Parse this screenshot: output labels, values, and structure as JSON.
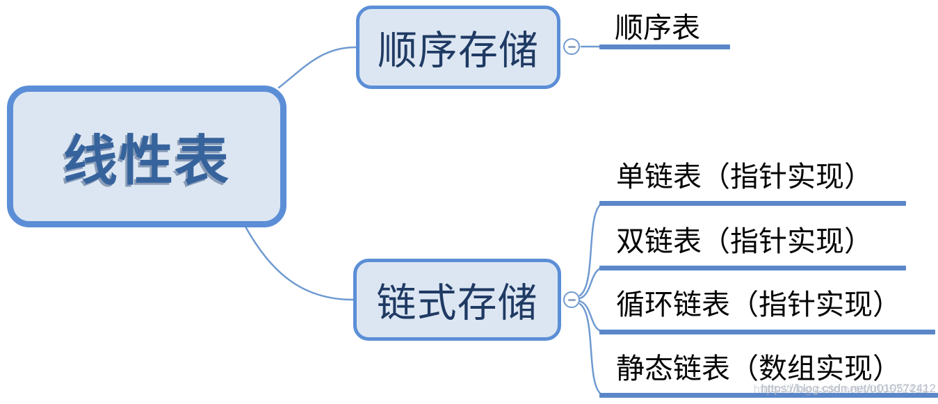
{
  "root": {
    "label": "线性表"
  },
  "branches": [
    {
      "label": "顺序存储",
      "toggle_state": "collapsed-minus",
      "children": [
        {
          "label": "顺序表"
        }
      ]
    },
    {
      "label": "链式存储",
      "toggle_state": "collapsed-minus",
      "children": [
        {
          "label": "单链表（指针实现）"
        },
        {
          "label": "双链表（指针实现）"
        },
        {
          "label": "循环链表（指针实现）"
        },
        {
          "label": "静态链表（数组实现）"
        }
      ]
    }
  ],
  "watermark": {
    "text": "https://blog.csdn.net/u010572412"
  },
  "colors": {
    "node_fill": "#dce6f2",
    "node_border": "#5b8ed6",
    "root_text": "#36639c",
    "branch_text": "#1f3a63",
    "leaf_text": "#050505",
    "line": "#6f9ad0",
    "underline": "#5b87c8",
    "watermark": "#b6bcc7"
  }
}
